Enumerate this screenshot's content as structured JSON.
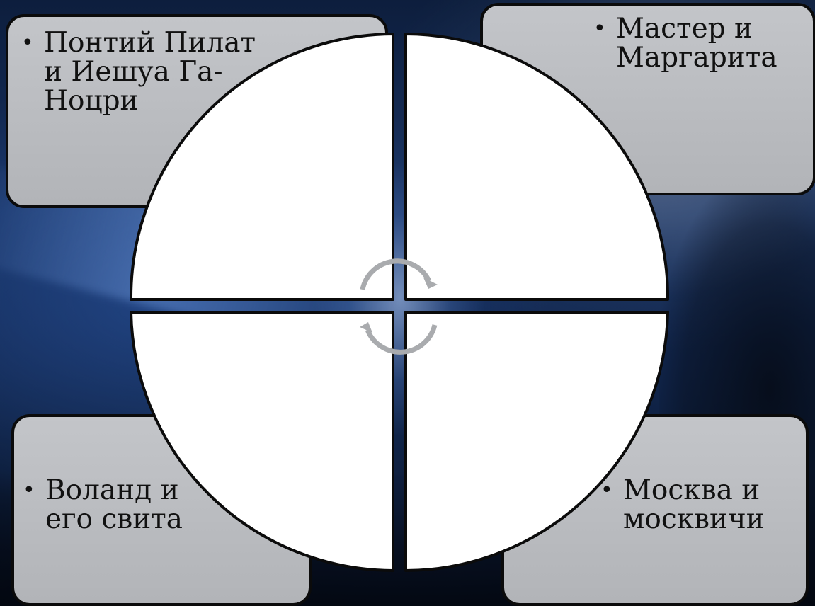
{
  "segments": [
    {
      "id": "tl",
      "lines": [
        "Понтий Пилат",
        "и Иешуа Га-",
        "Ноцри"
      ]
    },
    {
      "id": "tr",
      "lines": [
        "Мастер и",
        "Маргарита"
      ]
    },
    {
      "id": "bl",
      "lines": [
        "Воланд и",
        "его свита"
      ]
    },
    {
      "id": "br",
      "lines": [
        "Москва и",
        "москвичи"
      ]
    }
  ],
  "colors": {
    "card_fill": "#b9bbbf",
    "outline": "#0b0b0b",
    "wheel_fill": "#ffffff",
    "arrow": "#a9abae"
  },
  "icons": {
    "cycle": "circular-arrows-icon",
    "bullet": "•"
  }
}
